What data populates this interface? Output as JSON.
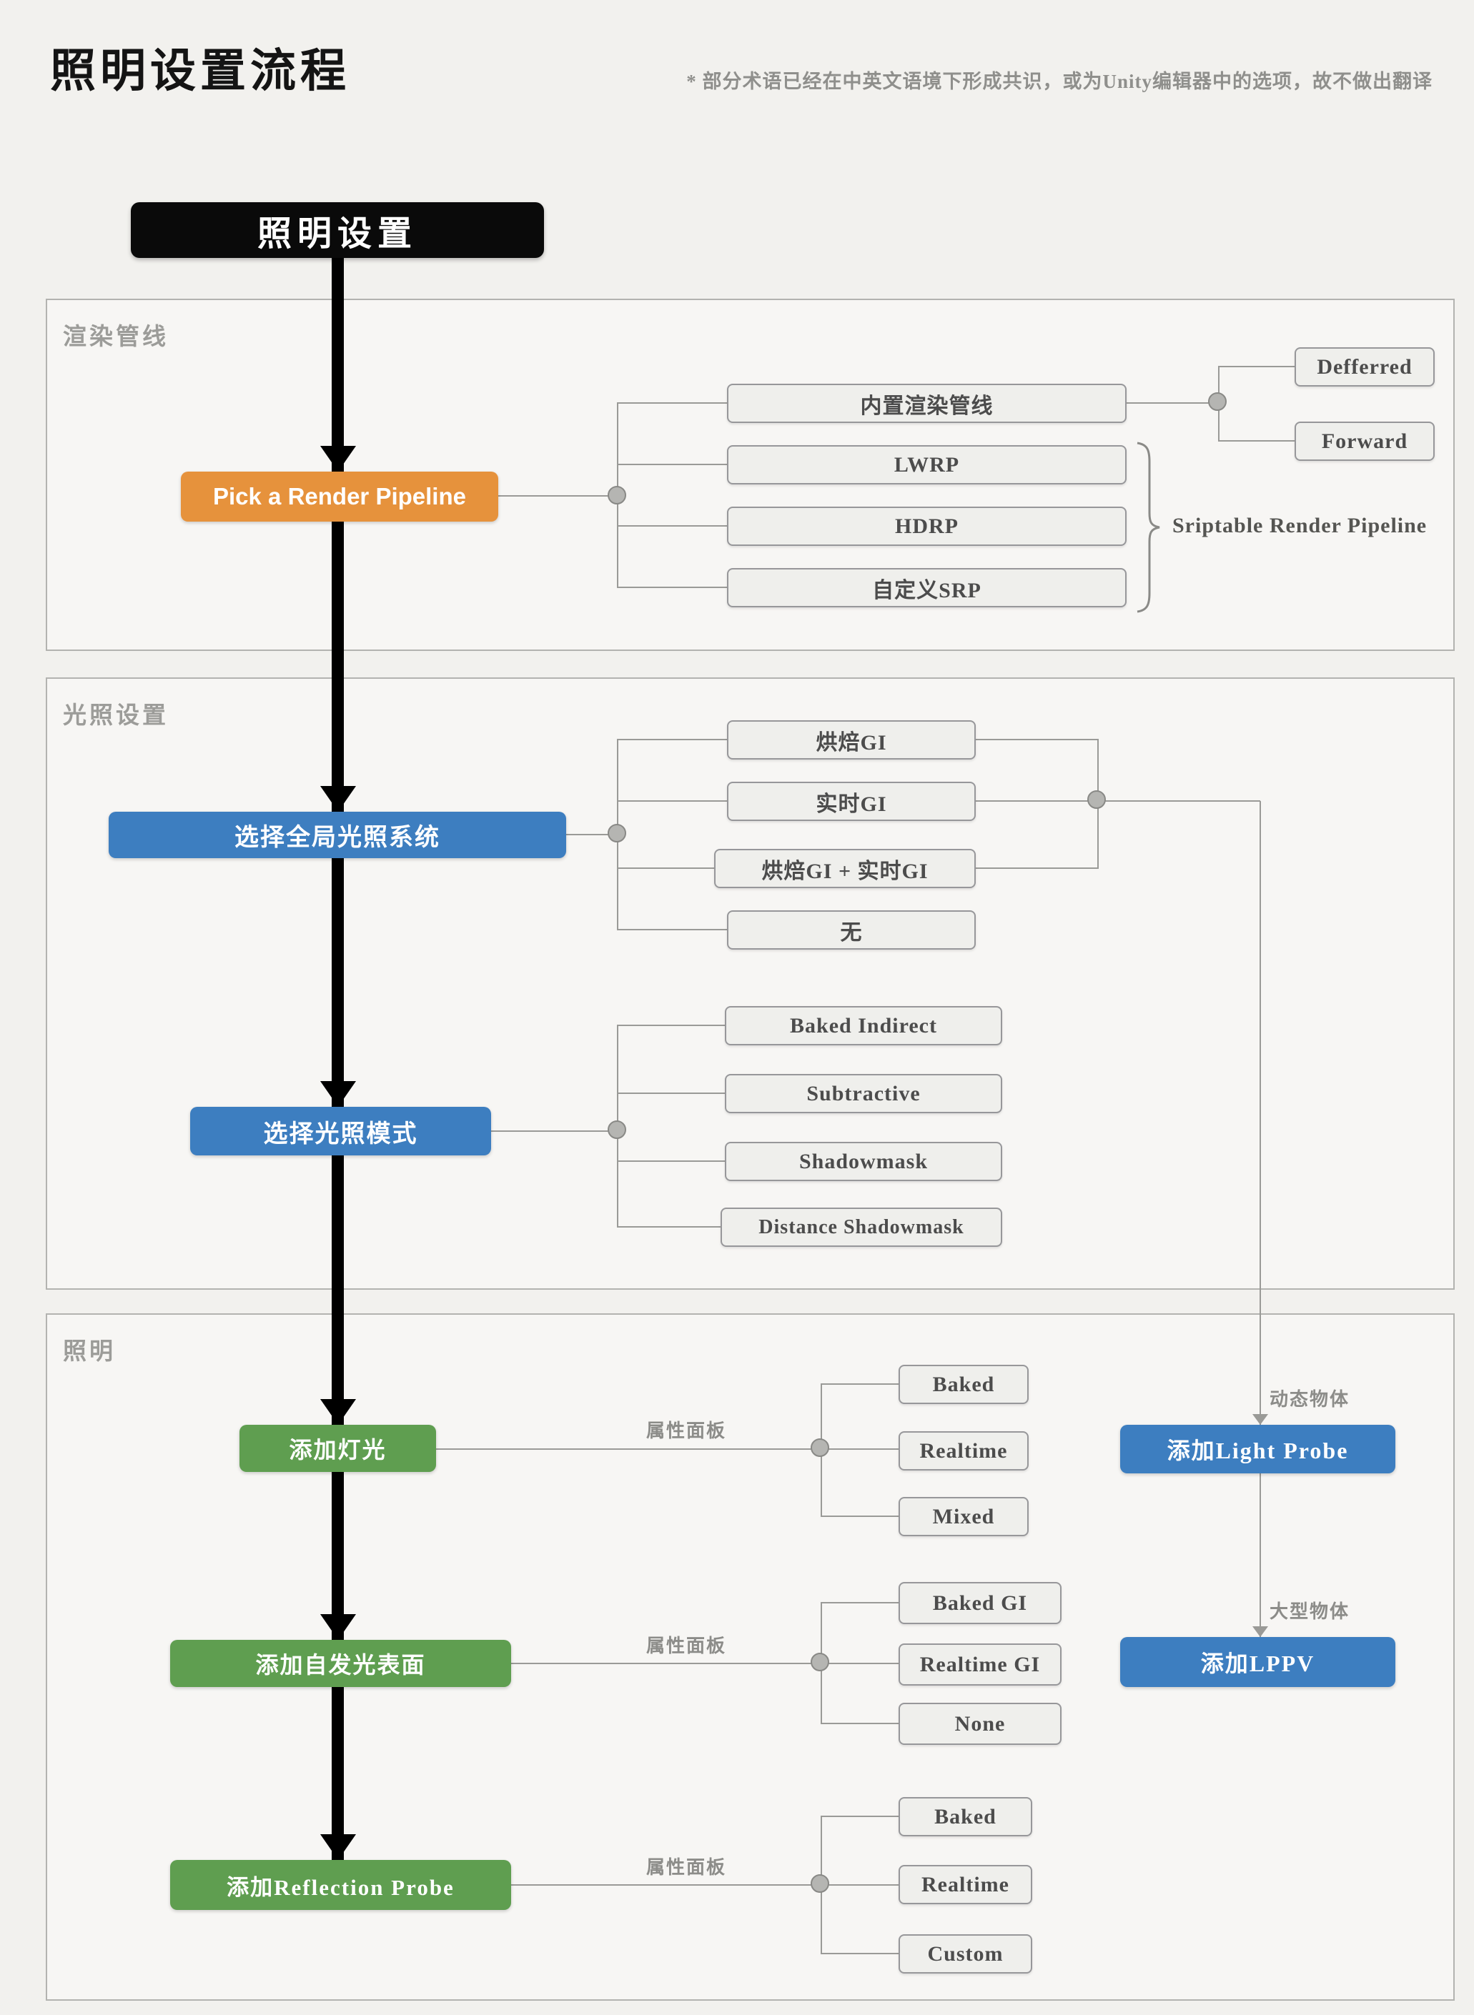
{
  "page": {
    "title": "照明设置流程",
    "note": "* 部分术语已经在中英文语境下形成共识，或为Unity编辑器中的选项，故不做出翻译"
  },
  "start_node": {
    "label": "照明设置"
  },
  "render_pipeline": {
    "section_label": "渲染管线",
    "main_node": "Pick a Render Pipeline",
    "options": [
      "内置渲染管线",
      "LWRP",
      "HDRP",
      "自定义SRP"
    ],
    "builtin_modes": [
      "Defferred",
      "Forward"
    ],
    "brace_label": "Sriptable Render Pipeline"
  },
  "lighting_settings": {
    "section_label": "光照设置",
    "gi_node": "选择全局光照系统",
    "gi_options": [
      "烘焙GI",
      "实时GI",
      "烘焙GI + 实时GI",
      "无"
    ],
    "mode_node": "选择光照模式",
    "mode_options": [
      "Baked Indirect",
      "Subtractive",
      "Shadowmask",
      "Distance Shadowmask"
    ]
  },
  "lighting": {
    "section_label": "照明",
    "panel_label": "属性面板",
    "lights_node": "添加灯光",
    "lights_options": [
      "Baked",
      "Realtime",
      "Mixed"
    ],
    "emissive_node": "添加自发光表面",
    "emissive_options": [
      "Baked GI",
      "Realtime GI",
      "None"
    ],
    "reflection_node": "添加Reflection Probe",
    "reflection_options": [
      "Baked",
      "Realtime",
      "Custom"
    ],
    "dynamic_label": "动态物体",
    "large_label": "大型物体",
    "light_probe_node": "添加Light Probe",
    "lppv_node": "添加LPPV"
  },
  "colors": {
    "start_bg": "#0a0a0a",
    "render_main_bg": "#e6923c",
    "primary_blue": "#3d7ec0",
    "primary_green": "#5f9e50",
    "line_gray": "#9a9a97"
  }
}
